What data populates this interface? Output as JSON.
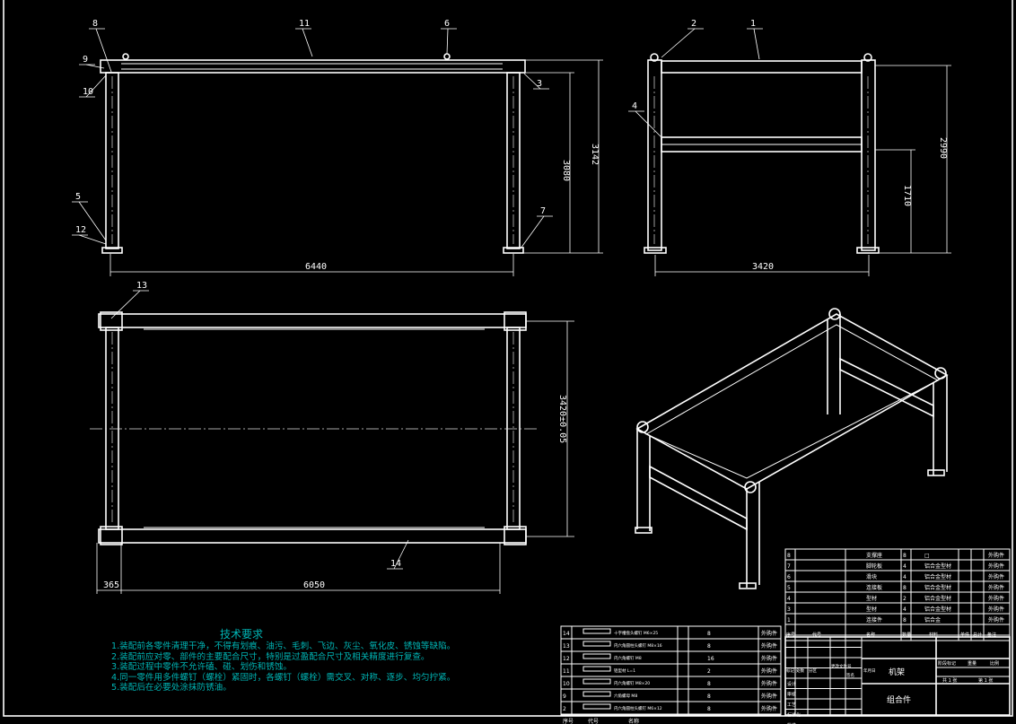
{
  "drawing": {
    "colors": {
      "background": "#000000",
      "lines": "#ffffff",
      "text_notes": "#00b4b4"
    },
    "balloons": [
      "1",
      "2",
      "3",
      "4",
      "5",
      "6",
      "7",
      "8",
      "9",
      "10",
      "11",
      "12",
      "13",
      "14"
    ],
    "dimensions": {
      "front_length": "6440",
      "front_height_inner": "3080",
      "front_height_total": "3142",
      "side_height": "2990",
      "side_mid_height": "1710",
      "side_width": "3420",
      "top_width": "3420±0.05",
      "top_length": "6050",
      "top_offset": "365"
    }
  },
  "tech_requirements": {
    "title": "技术要求",
    "items": [
      "1.装配前各零件清理干净，不得有划痕、油污、毛刺、飞边、灰尘、氧化皮、锈蚀等缺陷。",
      "2.装配前应对零、部件的主要配合尺寸，特别是过盈配合尺寸及相关精度进行复查。",
      "3.装配过程中零件不允许磕、碰、划伤和锈蚀。",
      "4.同一零件用多件螺钉（螺栓）紧固时，各螺钉（螺栓）需交叉、对称、逐步、均匀拧紧。",
      "5.装配后在必要处涂抹防锈油。"
    ]
  },
  "parts_list_right": {
    "rows": [
      {
        "no": "8",
        "name": "支撑座",
        "qty": "8",
        "material": "□",
        "note": "外购件"
      },
      {
        "no": "7",
        "name": "脚轮板",
        "qty": "4",
        "material": "铝合金型材",
        "note": "外购件"
      },
      {
        "no": "6",
        "name": "滑块",
        "qty": "4",
        "material": "铝合金型材",
        "note": "外购件"
      },
      {
        "no": "5",
        "name": "连接板",
        "qty": "8",
        "material": "铝合金型材",
        "note": "外购件"
      },
      {
        "no": "4",
        "name": "型材",
        "qty": "2",
        "material": "铝合金型材",
        "note": "外购件"
      },
      {
        "no": "3",
        "name": "型材",
        "qty": "4",
        "material": "铝合金型材",
        "note": "外购件"
      },
      {
        "no": "1",
        "name": "连接件",
        "qty": "8",
        "material": "铝合金",
        "note": "外购件"
      }
    ],
    "header": {
      "no": "序号",
      "code": "代号",
      "name": "名称",
      "qty": "数量",
      "material": "材料",
      "w1": "单件",
      "w2": "总计",
      "note": "备注"
    }
  },
  "parts_list_left": {
    "rows": [
      {
        "no": "14",
        "name": "十字槽盘头螺钉 M6×25",
        "qty": "8",
        "note": "外购件"
      },
      {
        "no": "13",
        "name": "内六角圆柱头螺钉 M8×16",
        "qty": "8",
        "note": "外购件"
      },
      {
        "no": "12",
        "name": "内六角螺钉 M8",
        "qty": "16",
        "note": "外购件"
      },
      {
        "no": "11",
        "name": "铝型材 L=1",
        "qty": "2",
        "note": "外购件"
      },
      {
        "no": "10",
        "name": "内六角螺钉 M8×20",
        "qty": "8",
        "note": "外购件"
      },
      {
        "no": "9",
        "name": "六角螺母 M8",
        "qty": "8",
        "note": "外购件"
      },
      {
        "no": "2",
        "name": "内六角圆柱头螺钉 M6×12",
        "qty": "8",
        "note": "外购件"
      }
    ],
    "header": {
      "no": "序号",
      "code": "代号",
      "name": "名称"
    }
  },
  "title_block": {
    "drawing_name": "机架",
    "assembly": "组合件",
    "stage_label": "阶段标记",
    "weight": "重量",
    "scale": "比例",
    "sheet": "共 1 张",
    "sheet_no": "第 1 张",
    "rows": [
      "标记",
      "处数",
      "分区",
      "更改文件号",
      "签名",
      "年月日"
    ],
    "roles": [
      "设计",
      "审核",
      "工艺",
      "标准化",
      "批准"
    ]
  }
}
